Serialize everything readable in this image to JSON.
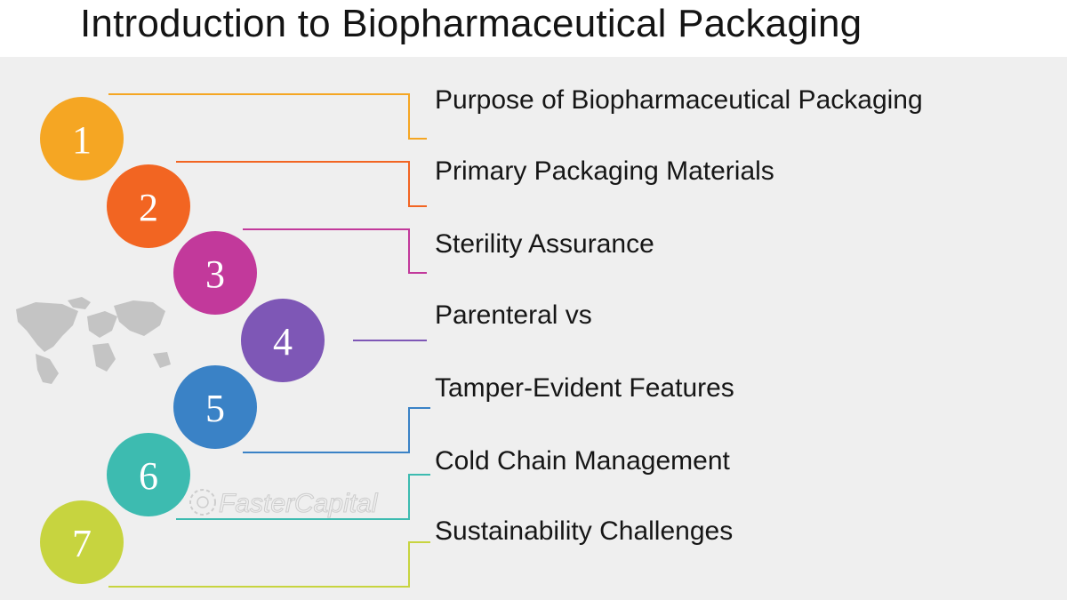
{
  "title": "Introduction to Biopharmaceutical Packaging",
  "items": [
    {
      "number": "1",
      "label": "Purpose of Biopharmaceutical Packaging",
      "color": "#f5a623"
    },
    {
      "number": "2",
      "label": "Primary Packaging Materials",
      "color": "#f26522"
    },
    {
      "number": "3",
      "label": "Sterility Assurance",
      "color": "#c2399b"
    },
    {
      "number": "4",
      "label": "Parenteral vs",
      "color": "#7e57b6"
    },
    {
      "number": "5",
      "label": "Tamper-Evident Features",
      "color": "#3a82c6"
    },
    {
      "number": "6",
      "label": "Cold Chain Management",
      "color": "#3dbbb0"
    },
    {
      "number": "7",
      "label": "Sustainability Challenges",
      "color": "#c7d43f"
    }
  ],
  "watermark": "FasterCapital",
  "background_color": "#efefef"
}
